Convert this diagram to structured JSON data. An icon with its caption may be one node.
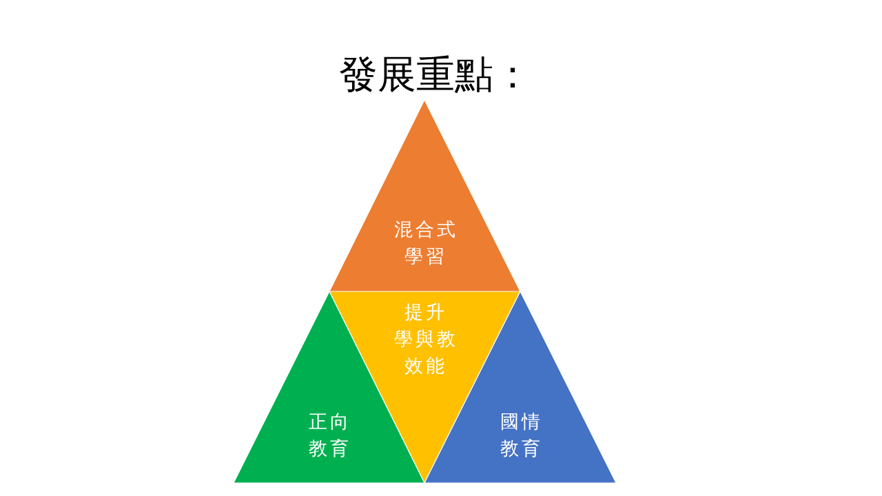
{
  "diagram": {
    "title": "發展重點：",
    "nodes": [
      {
        "text": [
          "混合式學習"
        ]
      },
      {
        "text": [
          "提升學與教效能"
        ]
      },
      {
        "text": [
          "正向教育"
        ]
      },
      {
        "text": [
          "國情教育"
        ]
      }
    ]
  }
}
